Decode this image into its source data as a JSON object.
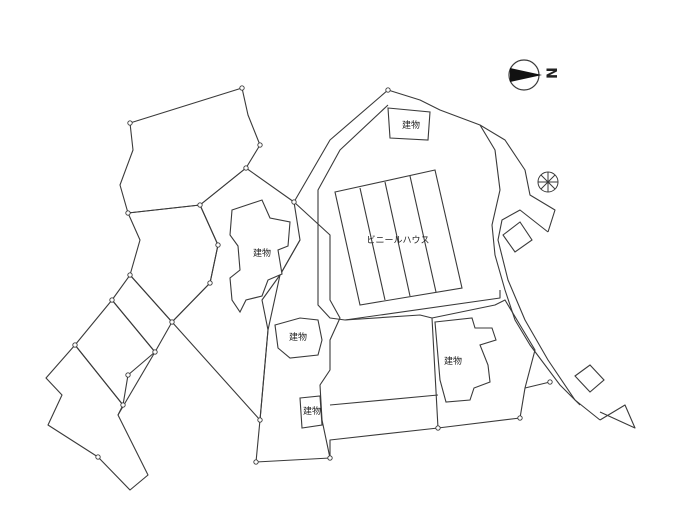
{
  "labels": {
    "building": "建物",
    "greenhouse": "ビニールハウス",
    "north": "N"
  },
  "icons": {
    "north_arrow": "north-arrow-icon",
    "tree": "tree-symbol-icon"
  },
  "colors": {
    "line": "#3a3a3a",
    "text": "#222222",
    "background": "#ffffff"
  }
}
